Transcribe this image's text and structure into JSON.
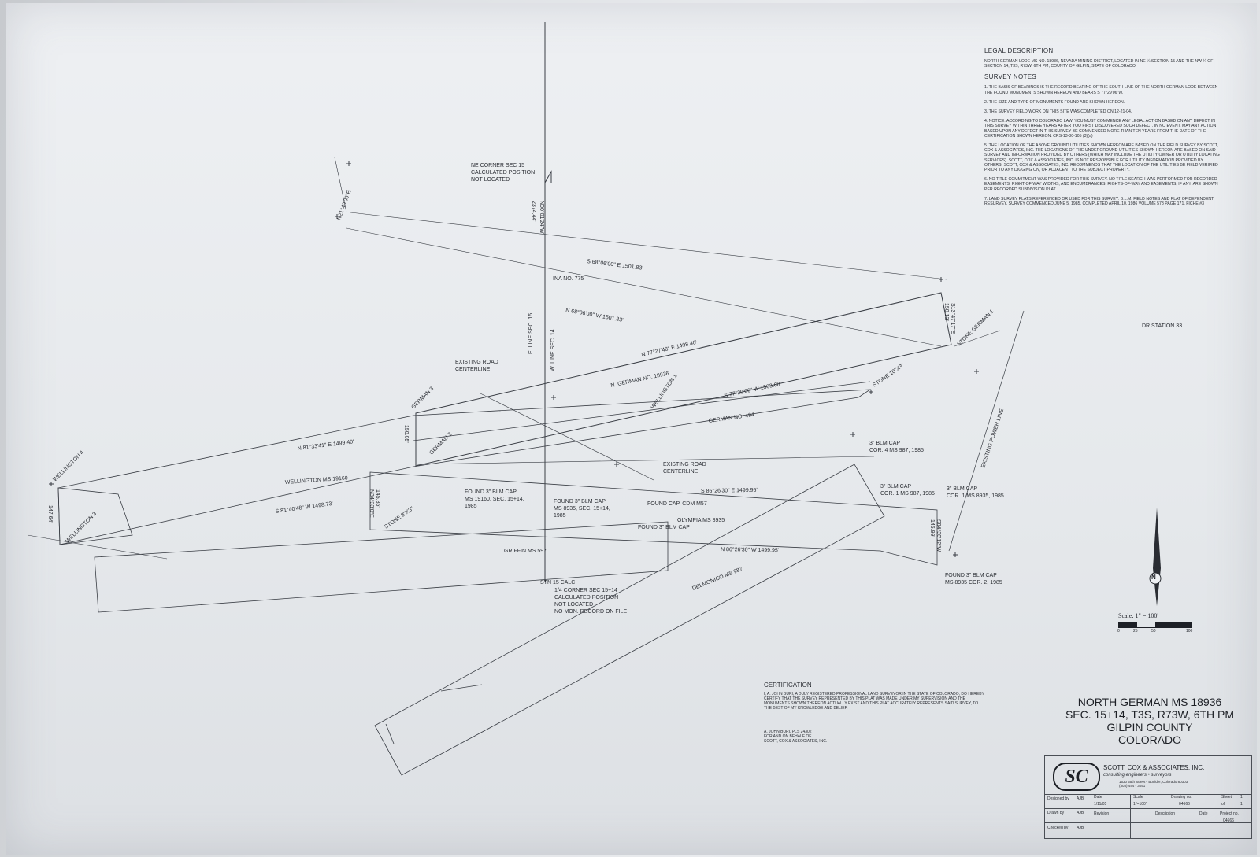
{
  "legal_description": {
    "heading": "LEGAL DESCRIPTION",
    "text": "NORTH GERMAN LODE MS NO. 18936, NEVADA MINING DISTRICT, LOCATED IN NE ¼ SECTION 15 AND THE NW ¼ OF SECTION 14, T3S, R73W, 6TH PM, COUNTY OF GILPIN, STATE OF COLORADO"
  },
  "survey_notes": {
    "heading": "SURVEY NOTES",
    "items": [
      "1. THE BASIS OF BEARINGS IS THE RECORD BEARING OF THE SOUTH LINE OF THE NORTH GERMAN LODE BETWEEN THE FOUND MONUMENTS SHOWN HEREON AND BEARS S 77°29'06\"W.",
      "2. THE SIZE AND TYPE OF MONUMENTS FOUND ARE SHOWN HEREON.",
      "3. THE SURVEY FIELD WORK ON THIS SITE WAS COMPLETED ON 12-21-04.",
      "4. NOTICE: ACCORDING TO COLORADO LAW, YOU MUST COMMENCE ANY LEGAL ACTION BASED ON ANY DEFECT IN THIS SURVEY WITHIN THREE YEARS AFTER YOU FIRST DISCOVERED SUCH DEFECT. IN NO EVENT, MAY ANY ACTION BASED UPON ANY DEFECT IN THIS SURVEY BE COMMENCED MORE THAN TEN YEARS FROM THE DATE OF THE CERTIFICATION SHOWN HEREON. CRS-13-80-105 (3)(a)",
      "5. THE LOCATION OF THE ABOVE GROUND UTILITIES SHOWN HEREON ARE BASED ON THE FIELD SURVEY BY SCOTT, COX & ASSOCIATES, INC. THE LOCATIONS OF THE UNDERGROUND UTILITIES SHOWN HEREON ARE BASED ON SAID SURVEY AND INFORMATION PROVIDED BY OTHERS (WHICH MAY INCLUDE THE UTILITY OWNER OR UTILITY LOCATING SERVICES). SCOTT, COX & ASSOCIATES, INC. IS NOT RESPONSIBLE FOR UTILITY INFORMATION PROVIDED BY OTHERS. SCOTT, COX & ASSOCIATES, INC. RECOMMENDS THAT THE LOCATION OF THE UTILITIES BE FIELD VERIFIED PRIOR TO ANY DIGGING ON, OR ADJACENT TO THE SUBJECT PROPERTY.",
      "6. NO TITLE COMMITMENT WAS PROVIDED FOR THIS SURVEY. NO TITLE SEARCH WAS PERFORMED FOR RECORDED EASEMENTS, RIGHT-OF-WAY WIDTHS, AND ENCUMBRANCES. RIGHTS-OF-WAY AND EASEMENTS, IF ANY, ARE SHOWN PER RECORDED SUBDIVISION PLAT.",
      "7. LAND SURVEY PLATS REFERENCED OR USED FOR THIS SURVEY: B.L.M. FIELD NOTES AND PLAT OF DEPENDENT RESURVEY, SURVEY COMMENCED JUNE 5, 1985, COMPLETED APRIL 10, 1986 VOLUME 578 PAGE 171, FICHE #3"
    ]
  },
  "certification": {
    "heading": "CERTIFICATION",
    "text": "I, A. JOHN BURI, A DULY REGISTERED PROFESSIONAL LAND SURVEYOR IN THE STATE OF COLORADO, DO HEREBY CERTIFY THAT THE SURVEY REPRESENTED BY THIS PLAT WAS MADE UNDER MY SUPERVISION AND THE MONUMENTS SHOWN THEREON ACTUALLY EXIST AND THIS PLAT ACCURATELY REPRESENTS SAID SURVEY, TO THE BEST OF MY KNOWLEDGE AND BELIEF.",
    "sig1": "A. JOHN BURI, PLS 24302",
    "sig2": "FOR AND ON BEHALF OF",
    "sig3": "SCOTT, COX & ASSOCIATES, INC."
  },
  "title_block": {
    "line1": "NORTH GERMAN MS 18936",
    "line2": "SEC. 15+14, T3S, R73W, 6TH PM",
    "line3": "GILPIN COUNTY",
    "line4": "COLORADO",
    "company": "SCOTT, COX & ASSOCIATES, INC.",
    "company_sub": "consulting engineers • surveyors",
    "company_addr": "1530 55th Street • Boulder, Colorado 80303",
    "company_phone": "(303) 444 - 3051",
    "logo": "SC",
    "designed_by_label": "Designed by",
    "designed_by": "AJB",
    "drawn_by_label": "Drawn by",
    "drawn_by": "AJB",
    "checked_by_label": "Checked by",
    "checked_by": "AJB",
    "date_label": "Date",
    "date": "1/11/05",
    "scale_label": "Scale",
    "scale": "1\"=100'",
    "drawing_no_label": "Drawing no.",
    "drawing_no": "04666",
    "sheet_label": "Sheet",
    "sheet": "1",
    "of_label": "of",
    "of": "1",
    "revision_label": "Revision",
    "description_label": "Description",
    "rdate_label": "Date",
    "project_no_label": "Project no.",
    "project_no": "04666"
  },
  "scale_bar": {
    "label": "Scale: 1\" = 100'",
    "ticks": [
      "0",
      "25",
      "50",
      "100"
    ],
    "north": "N"
  },
  "plat_labels": {
    "ne_corner": [
      "NE CORNER SEC 15",
      "CALCULATED POSITION",
      "NOT LOCATED"
    ],
    "bearing_n0": "N00°01'24\"W",
    "dist_n0": "2374.44'",
    "ina_775": "INA NO. 775",
    "s68": "S 68°06'00\" E     1501.83'",
    "n68": "N 68°06'00\" W     1501.83'",
    "n77": "N 77°27'48\" E   1498.40'",
    "s77": "S 77°29'06\" W   1503.68'",
    "n81": "N 81°33'41\" E   1499.40'",
    "s81": "S 81°40'48\" W   1498.73'",
    "s86": "S 86°26'30\" E   1499.95'",
    "n86": "N 86°26'30\" W   1499.95'",
    "n_german": "N. GERMAN NO. 18936",
    "german_494": "GERMAN NO. 494",
    "wellington": "WELLINGTON MS 19160",
    "olympia": "OLYMPIA MS 8935",
    "griffin": "GRIFFIN MS 597",
    "delmonico": "DELMONICO MS 987",
    "e_line_15": "E. LINE SEC. 15",
    "w_line_14": "W. LINE SEC. 14",
    "existing_road_1": [
      "EXISTING ROAD",
      "CENTERLINE"
    ],
    "existing_road_2": [
      "EXISTING ROAD",
      "CENTERLINE"
    ],
    "found_1": [
      "FOUND 3\" BLM CAP",
      "MS 19160, SEC. 15+14,",
      "1985"
    ],
    "found_2": [
      "FOUND 3\" BLM CAP",
      "MS 8935, SEC. 15+14,",
      "1985"
    ],
    "found_3": "FOUND 3\" BLM CAP",
    "found_4": [
      "FOUND 3\" BLM CAP",
      "MS 8935 COR. 2, 1985"
    ],
    "blm_cap_4": [
      "3\" BLM CAP",
      "COR. 4 MS 987, 1985"
    ],
    "blm_cap_1a": [
      "3\" BLM CAP",
      "COR. 1 MS 987, 1985"
    ],
    "blm_cap_1b": [
      "3\" BLM CAP",
      "COR. 1 MS 8935, 1985"
    ],
    "quarter_corner": [
      "1/4 CORNER SEC 15+14",
      "CALCULATED POSITION",
      "NOT LOCATED",
      "NO MON. RECORD ON FILE"
    ],
    "stone_8x3": "STONE 8\"X3\"",
    "stone_10x3": "STONE 10\"X3\"",
    "german_1": "STONE GERMAN 1",
    "existing_power": "EXISTING POWER LINE",
    "wellington_4": "WELLINGTON 4",
    "wellington_3": "WELLINGTON 3",
    "wellington_1": "WELLINGTON 1",
    "german_2": "GERMAN 2",
    "german_3": "GERMAN 3",
    "dr_station": "DR STATION 33",
    "dist_150a": "150.13'",
    "dist_150b": "150.05'",
    "dist_145a": "145.85'",
    "dist_145b": "145.99'",
    "dist_147": "147.64'",
    "b_s13": "S13°47'17\"E",
    "b_n34": "N34°33'0\"E",
    "b_n21": "N21°40'00\"E",
    "b_s04": "S04°30'12\"W",
    "stn_calc": "STN 15 CALC",
    "found_cap": [
      "FOUND CAP, CDM M57"
    ]
  }
}
